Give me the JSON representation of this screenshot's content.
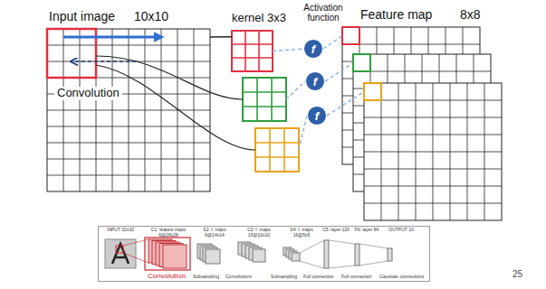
{
  "diagram": {
    "nodes": [
      {
        "text": [
          "Input image",
          "10x10",
          "Convolution"
        ]
      },
      {
        "text": [
          "kernel 3x3"
        ]
      },
      {
        "text": [
          "f"
        ]
      },
      {
        "text": [
          "f"
        ]
      },
      {
        "text": [
          "f"
        ]
      },
      {
        "text": [
          "Feature map",
          "8x8"
        ]
      },
      {
        "text": [
          "INPUT 32x32",
          "C1: feature maps 6@28x28",
          "S2: f. maps 6@14x14",
          "C3: f. maps 16@10x10",
          "S4: f. maps 16@5x5",
          "C5: layer 120",
          "F6: layer 84",
          "OUTPUT 10",
          "Convolution",
          "Subsampling",
          "Convolutions",
          "Subsampling",
          "Full connection",
          "Full connection",
          "Gaussian connections"
        ]
      }
    ],
    "edges": [
      {
        "from": 0,
        "to": 1,
        "arrow": "none"
      },
      {
        "from": 1,
        "to": 2,
        "arrow": "none"
      },
      {
        "from": 2,
        "to": 5,
        "arrow": "none"
      }
    ],
    "labels": [
      "Activation function",
      "25"
    ]
  }
}
